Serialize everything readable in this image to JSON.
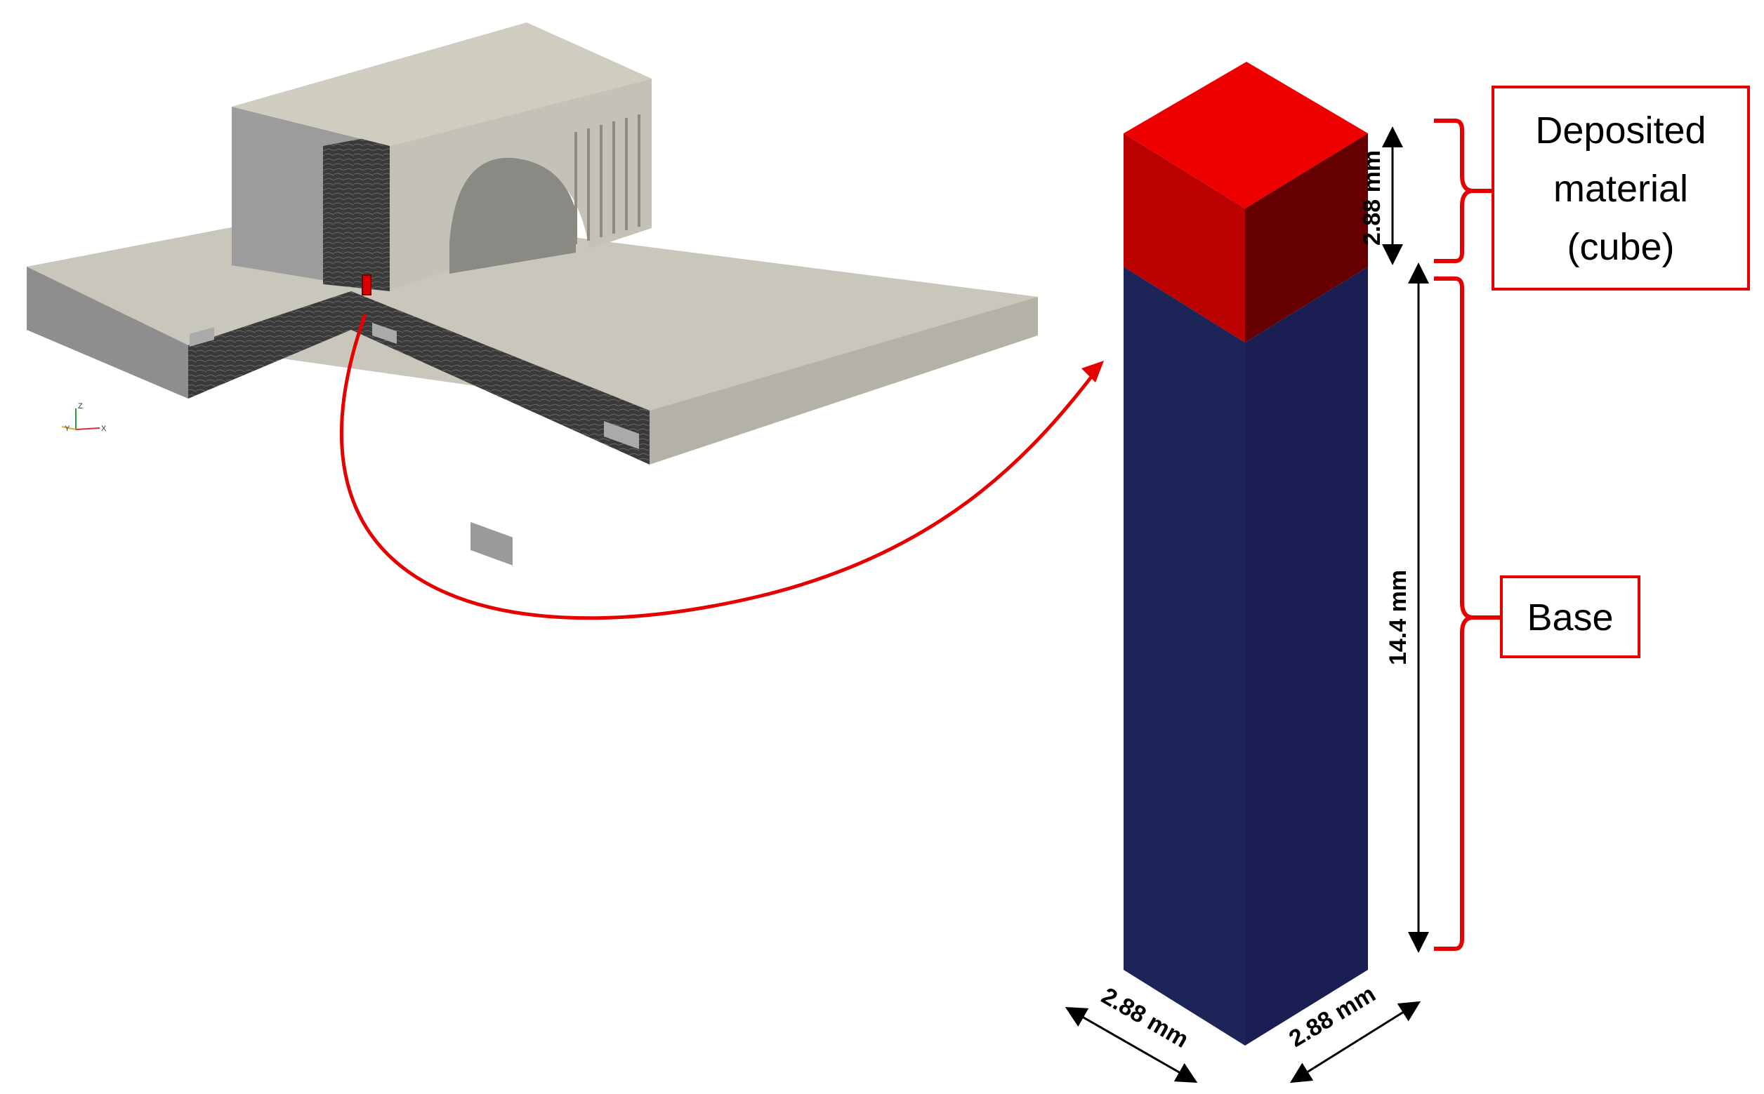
{
  "axes_triad": {
    "z": "Z",
    "y": "Y",
    "x": "X"
  },
  "dimensions": {
    "cube_height": "2.88 mm",
    "base_height": "14.4 mm",
    "width_left": "2.88 mm",
    "width_right": "2.88 mm"
  },
  "labels": {
    "deposited_line1": "Deposited",
    "deposited_line2": "material",
    "deposited_line3": "(cube)",
    "base": "Base"
  },
  "colors": {
    "cube_top": "#ee0000",
    "cube_left": "#bb0000",
    "cube_right": "#660000",
    "base_left": "#1c2458",
    "base_right": "#1a1e52",
    "accent": "#e60000",
    "part_light": "#c9c7bb",
    "part_side": "#8c8c8c",
    "part_cut": "#3b3b3b"
  }
}
